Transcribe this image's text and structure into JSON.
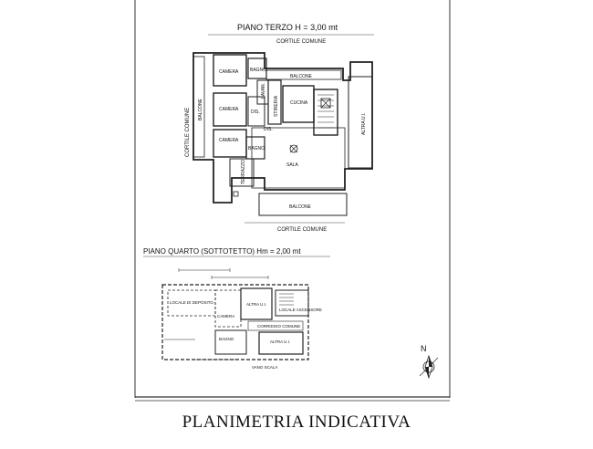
{
  "floor_third": {
    "title": "PIANO TERZO   H = 3,00 mt",
    "top_label": "CORTILE COMUNE",
    "left_label": "CORTILE COMUNE",
    "bottom_label": "CORTILE COMUNE",
    "right_label": "ALTRA U.I.",
    "rooms": {
      "camera_1": "CAMERA",
      "camera_2": "CAMERA",
      "camera_3": "CAMERA",
      "bagno_1": "BAGNO",
      "bagno_2": "BAGNO",
      "lavanderia": "LAVAN.",
      "dis_1": "DIS.",
      "dis_2": "DIS.",
      "stireria": "STIRERIA",
      "cucina": "CUCINA",
      "sala": "SALA",
      "balcone_top": "BALCONE",
      "balcone_bottom": "BALCONE",
      "balcone_left": "BALCONE",
      "terrazzo": "TERRAZZO"
    }
  },
  "floor_fourth": {
    "title": "PIANO QUARTO (SOTTOTETTO)  Hm = 2,00 mt",
    "rooms": {
      "locale_deposito": "LOCALE DI DEPOSITO",
      "camera": "CAMERA",
      "altra_ui_1": "ALTRA U.I.",
      "altra_ui_2": "ALTRA U.I.",
      "bagno": "BAGNO",
      "locale_ascensore": "LOCALE ASCENSORE",
      "corridoio_comune": "CORRIDOIO COMUNE",
      "vano_scala": "VANO SCALA"
    }
  },
  "compass": {
    "label": "N"
  },
  "caption": "PLANIMETRIA INDICATIVA"
}
